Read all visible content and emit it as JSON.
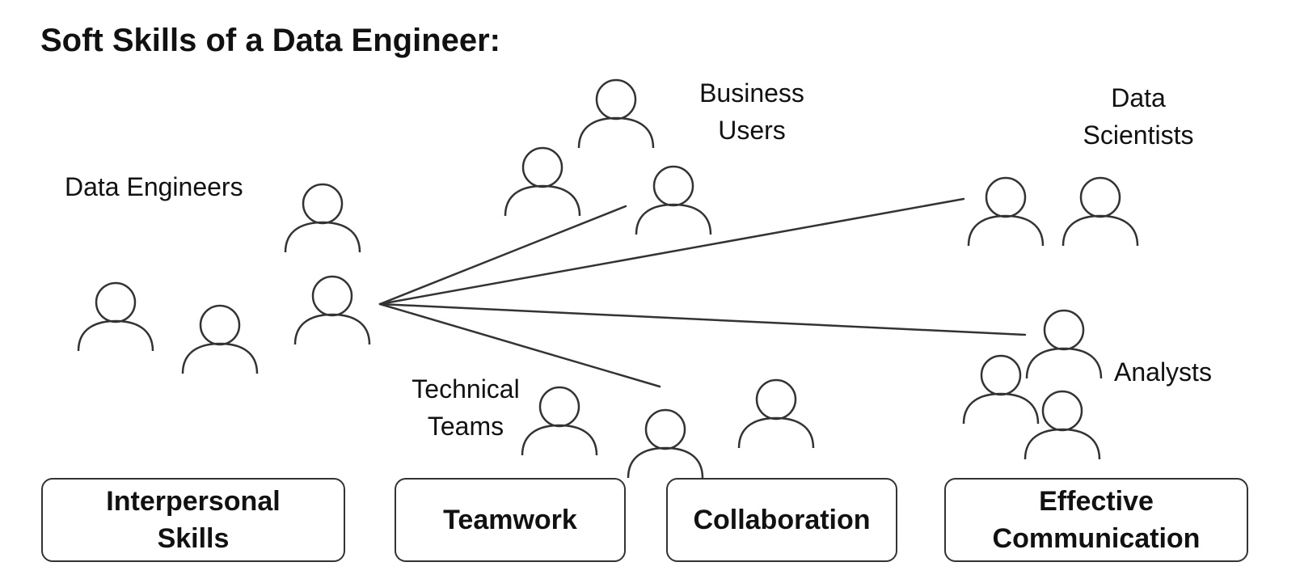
{
  "title": "Soft Skills of a Data Engineer:",
  "groups": {
    "data_engineers": "Data Engineers",
    "business_users": [
      "Business",
      "Users"
    ],
    "data_scientists": [
      "Data",
      "Scientists"
    ],
    "technical_teams": [
      "Technical",
      "Teams"
    ],
    "analysts": "Analysts"
  },
  "skills": [
    [
      "Interpersonal",
      "Skills"
    ],
    [
      "Teamwork"
    ],
    [
      "Collaboration"
    ],
    [
      "Effective",
      "Communication"
    ]
  ],
  "icons": {
    "person": "person-icon"
  },
  "colors": {
    "stroke": "#333333",
    "text": "#111111"
  }
}
